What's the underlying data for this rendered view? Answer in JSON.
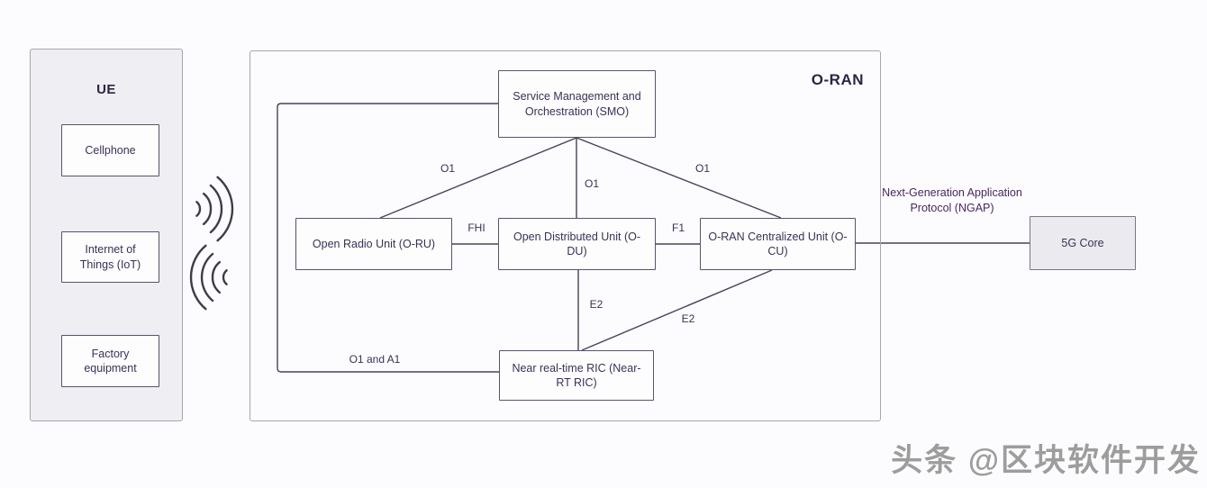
{
  "ue": {
    "title": "UE",
    "devices": [
      {
        "label": "Cellphone"
      },
      {
        "label": "Internet of Things (IoT)"
      },
      {
        "label": "Factory equipment"
      }
    ]
  },
  "oran": {
    "title": "O-RAN",
    "nodes": {
      "smo": {
        "label": "Service Management and Orchestration (SMO)"
      },
      "oru": {
        "label": "Open Radio Unit (O-RU)"
      },
      "odu": {
        "label": "Open Distributed Unit (O-DU)"
      },
      "ocu": {
        "label": "O-RAN Centralized Unit (O-CU)"
      },
      "ric": {
        "label": "Near real-time RIC (Near-RT RIC)"
      }
    }
  },
  "core": {
    "label": "5G Core"
  },
  "edges": {
    "smo_oru": "O1",
    "smo_odu": "O1",
    "smo_ocu": "O1",
    "oru_odu": "FHI",
    "odu_ocu": "F1",
    "odu_ric": "E2",
    "ocu_ric": "E2",
    "smo_ric": "O1 and A1",
    "ocu_core": "Next-Generation Application Protocol (NGAP)"
  },
  "icons": {
    "wireless_signal": "radio-waves"
  },
  "watermark": "头条 @区块软件开发",
  "colors": {
    "panel_fill": "#efeef3",
    "panel_border": "#a6a6ae",
    "node_fill": "#fdfdfe",
    "node_border": "#59536a",
    "line": "#48425a",
    "text": "#3b3054",
    "ngap_text": "#45285f",
    "watermark": "#9d9d9d"
  }
}
